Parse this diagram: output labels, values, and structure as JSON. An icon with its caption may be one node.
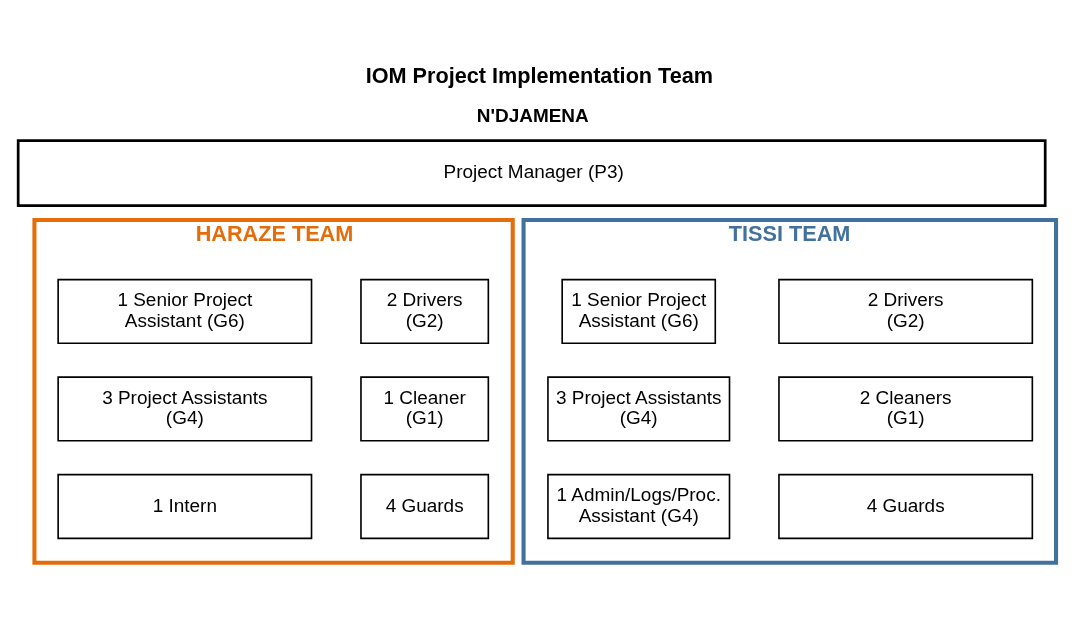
{
  "diagram": {
    "title": "IOM Project Implementation Team",
    "nodes": [
      {
        "text": [
          "N'DJAMENA",
          "Project Manager (P3)"
        ]
      },
      {
        "text": [
          "HARAZE TEAM"
        ]
      },
      {
        "text": [
          "1 Senior Project Assistant (G6)"
        ],
        "in": 1
      },
      {
        "text": [
          "2 Drivers (G2)"
        ],
        "in": 1
      },
      {
        "text": [
          "3 Project Assistants (G4)"
        ],
        "in": 1
      },
      {
        "text": [
          "1 Cleaner (G1)"
        ],
        "in": 1
      },
      {
        "text": [
          "1 Intern"
        ],
        "in": 1
      },
      {
        "text": [
          "4 Guards"
        ],
        "in": 1
      },
      {
        "text": [
          "TISSI TEAM"
        ]
      },
      {
        "text": [
          "1 Senior Project Assistant (G6)"
        ],
        "in": 8
      },
      {
        "text": [
          "2 Drivers (G2)"
        ],
        "in": 8
      },
      {
        "text": [
          "3 Project Assistants (G4)"
        ],
        "in": 8
      },
      {
        "text": [
          "2 Cleaners (G1)"
        ],
        "in": 8
      },
      {
        "text": [
          "1 Admin/Logs/Proc. Assistant (G4)"
        ],
        "in": 8
      },
      {
        "text": [
          "4 Guards"
        ],
        "in": 8
      }
    ],
    "edges": []
  }
}
